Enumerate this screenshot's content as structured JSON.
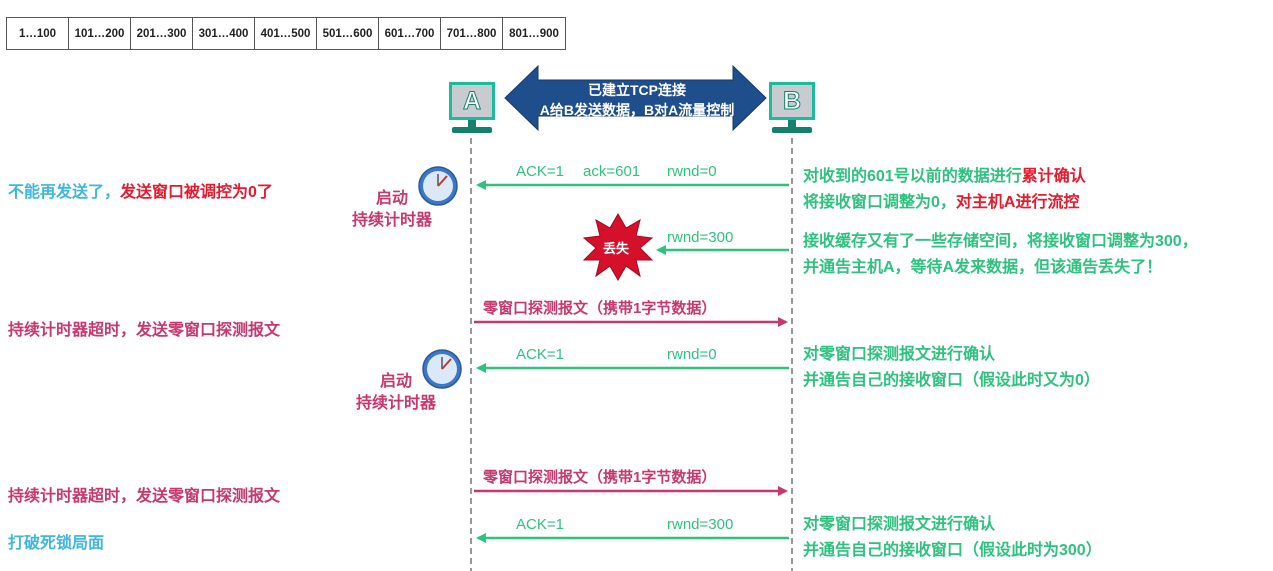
{
  "buffer": {
    "cells": [
      "1…100",
      "101…200",
      "201…300",
      "301…400",
      "401…500",
      "501…600",
      "601…700",
      "701…800",
      "801…900"
    ]
  },
  "hosts": {
    "a": "A",
    "b": "B"
  },
  "banner": {
    "line1": "已建立TCP连接",
    "line2": "A给B发送数据，B对A流量控制"
  },
  "messages": {
    "m1": {
      "ack": "ACK=1",
      "acknum": "ack=601",
      "rwnd": "rwnd=0"
    },
    "m2": {
      "rwnd": "rwnd=300",
      "lost": "丢失"
    },
    "m3": {
      "label": "零窗口探测报文（携带1字节数据）"
    },
    "m4": {
      "ack": "ACK=1",
      "rwnd": "rwnd=0"
    },
    "m5": {
      "label": "零窗口探测报文（携带1字节数据）"
    },
    "m6": {
      "ack": "ACK=1",
      "rwnd": "rwnd=300"
    }
  },
  "left_notes": {
    "n1_part1": "不能再发送了，",
    "n1_part2": "发送窗口被调控为0了",
    "n2": "持续计时器超时，发送零窗口探测报文",
    "n3": "持续计时器超时，发送零窗口探测报文",
    "n4": "打破死锁局面"
  },
  "timers": {
    "t1": {
      "line1": "启动",
      "line2": "持续计时器"
    },
    "t2": {
      "line1": "启动",
      "line2": "持续计时器"
    }
  },
  "right_notes": {
    "r1_line1_part1": "对收到的601号以前的数据进行",
    "r1_line1_part2": "累计确认",
    "r1_line2_part1": "将接收窗口调整为0，",
    "r1_line2_part2": "对主机A进行流控",
    "r2_line1": "接收缓存又有了一些存储空间，将接收窗口调整为300，",
    "r2_line2": "并通告主机A，等待A发来数据，但该通告丢失了！",
    "r3_line1": "对零窗口探测报文进行确认",
    "r3_line2": "并通告自己的接收窗口（假设此时又为0）",
    "r4_line1": "对零窗口探测报文进行确认",
    "r4_line2": "并通告自己的接收窗口（假设此时为300）"
  },
  "colors": {
    "green": "#2ec27e",
    "magenta": "#c7386e",
    "cyan": "#3fb6dc",
    "red": "#e8192c",
    "banner": "#1f4e8c",
    "host": "#1abc9c"
  }
}
